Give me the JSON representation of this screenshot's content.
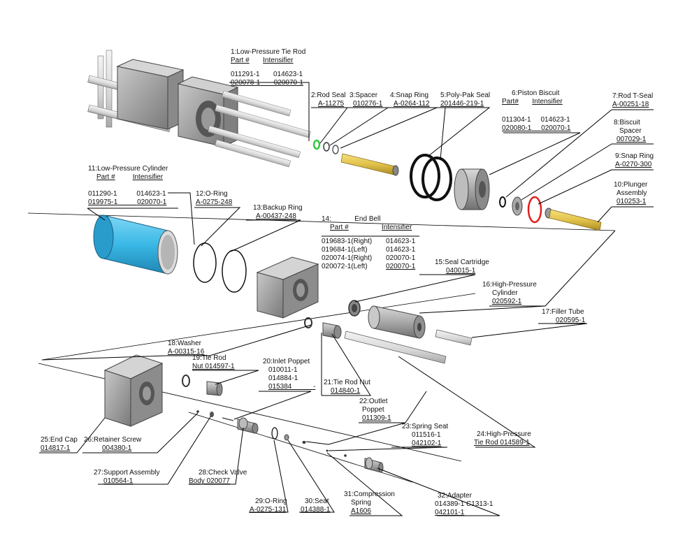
{
  "callouts": {
    "c1": {
      "title": "1:Low-Pressure Tie Rod",
      "head_part": "Part #",
      "head_int": "Intensifier",
      "rows": [
        [
          "011291-1",
          "014623-1"
        ],
        [
          "020078-1",
          "020070-1"
        ]
      ]
    },
    "c2": {
      "title": "2:Rod Seal",
      "pn": "A-11275"
    },
    "c3": {
      "title": "3:Spacer",
      "pn": "010276-1"
    },
    "c4": {
      "title": "4:Snap Ring",
      "pn": "A-0264-112"
    },
    "c5": {
      "title": "5:Poly-Pak Seal",
      "pn": "201446-219-1"
    },
    "c6": {
      "title": "6:Piston Biscuit",
      "head_part": "Part#",
      "head_int": "Intensifier",
      "rows": [
        [
          "011304-1",
          "014623-1"
        ],
        [
          "020080-1",
          "020070-1"
        ]
      ]
    },
    "c7": {
      "title": "7:Rod T-Seal",
      "pn": "A-00251-18"
    },
    "c8": {
      "title1": "8:Biscuit",
      "title2": "Spacer",
      "pn": "007029-1"
    },
    "c9": {
      "title": "9:Snap Ring",
      "pn": "A-0270-300"
    },
    "c10": {
      "title1": "10:Plunger",
      "title2": "Assembly",
      "pn": "010253-1"
    },
    "c11": {
      "title": "11:Low-Pressure Cylinder",
      "head_part": "Part #",
      "head_int": "Intensifier",
      "rows": [
        [
          "011290-1",
          "014623-1"
        ],
        [
          "019975-1",
          "020070-1"
        ]
      ]
    },
    "c12": {
      "title": "12:O-Ring",
      "pn": "A-0275-248"
    },
    "c13": {
      "title": "13:Backup Ring",
      "pn": "A-00437-248"
    },
    "c14": {
      "title1": "14:",
      "title2": "End Bell",
      "head_part": "Part #",
      "head_int": "Intensifier",
      "rows": [
        [
          "019683-1(Right)",
          "014623-1"
        ],
        [
          "019684-1(Left)",
          "014623-1"
        ],
        [
          "020074-1(Right)",
          "020070-1"
        ],
        [
          "020072-1(Left)",
          "020070-1"
        ]
      ]
    },
    "c15": {
      "title": "15:Seal Cartridge",
      "pn": "040015-1"
    },
    "c16": {
      "title1": "16:High-Pressure",
      "title2": "Cylinder",
      "pn": "020592-1"
    },
    "c17": {
      "title": "17:Filler Tube",
      "pn": "020595-1"
    },
    "c18": {
      "title": "18:Washer",
      "pn": "A-00315-16"
    },
    "c19": {
      "title1": "19:Tie Rod",
      "title2": "Nut 014597-1"
    },
    "c20": {
      "title": "20:Inlet  Poppet",
      "rows": [
        "010011-1",
        "014884-1",
        "015384"
      ],
      "dash": "-"
    },
    "c21": {
      "title": "21:Tie Rod Nut",
      "pn": "014840-1"
    },
    "c22": {
      "title1": "22:Outlet",
      "title2": "Poppet",
      "pn": "011309-1"
    },
    "c23": {
      "title": "23:Spring Seat",
      "rows": [
        "011516-1",
        "042102-1"
      ]
    },
    "c24": {
      "title1": "24:High-Pressure",
      "title2": "Tie Rod  014589-1"
    },
    "c25": {
      "title": "25:End Cap",
      "pn": "014817-1"
    },
    "c26": {
      "title": "26:Retainer Screw",
      "pn": "004380-1"
    },
    "c27": {
      "title": "27:Support Assembly",
      "pn": "010564-1"
    },
    "c28": {
      "title1": "28:Check Valve",
      "title2": "Body  020077"
    },
    "c29": {
      "title": "29:O-Ring",
      "pn": "A-0275-131"
    },
    "c30": {
      "title": "30:Seat",
      "pn": "014388-1"
    },
    "c31": {
      "title1": "31:Compression",
      "title2": "Spring",
      "pn": "A1606"
    },
    "c32": {
      "title": "32:Adapter",
      "rows": [
        "014389-1 C1313-1",
        "042101-1"
      ]
    }
  },
  "colors": {
    "cylinder_blue": "#3ab8e6",
    "plunger_gold": "#e2c24a",
    "rod_seal_green": "#2ecc40",
    "snap_ring_red": "#e02020",
    "metal_gray": "#9a9a9a"
  }
}
